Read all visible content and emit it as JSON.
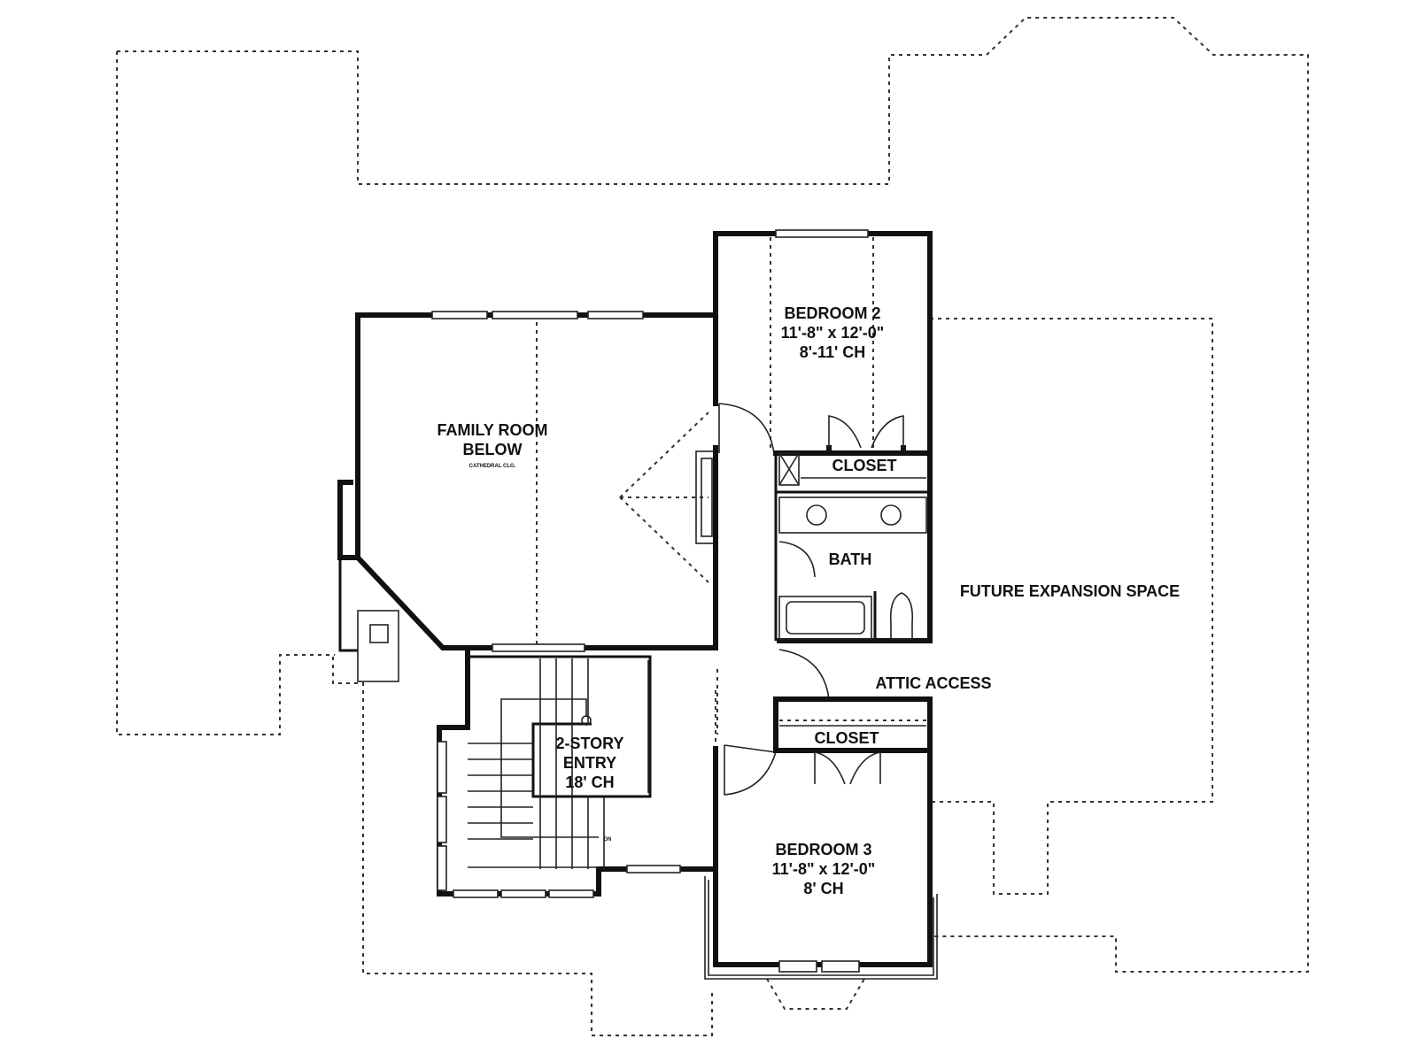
{
  "rooms": {
    "bedroom2": {
      "name": "BEDROOM 2",
      "size": "11'-8\" x 12'-0\"",
      "ceiling": "8'-11' CH"
    },
    "family_room": {
      "name_line1": "FAMILY ROOM",
      "name_line2": "BELOW",
      "note": "CATHEDRAL CLG."
    },
    "closet_upper": {
      "name": "CLOSET"
    },
    "bath": {
      "name": "BATH"
    },
    "future_expansion": {
      "name": "FUTURE EXPANSION SPACE"
    },
    "attic_access": {
      "name": "ATTIC ACCESS"
    },
    "closet_lower": {
      "name": "CLOSET"
    },
    "entry": {
      "line1": "2-STORY",
      "line2": "ENTRY",
      "line3": "18' CH"
    },
    "bedroom3": {
      "name": "BEDROOM 3",
      "size": "11'-8\" x 12'-0\"",
      "ceiling": "8' CH"
    },
    "stair_note": {
      "name": "DN"
    }
  }
}
